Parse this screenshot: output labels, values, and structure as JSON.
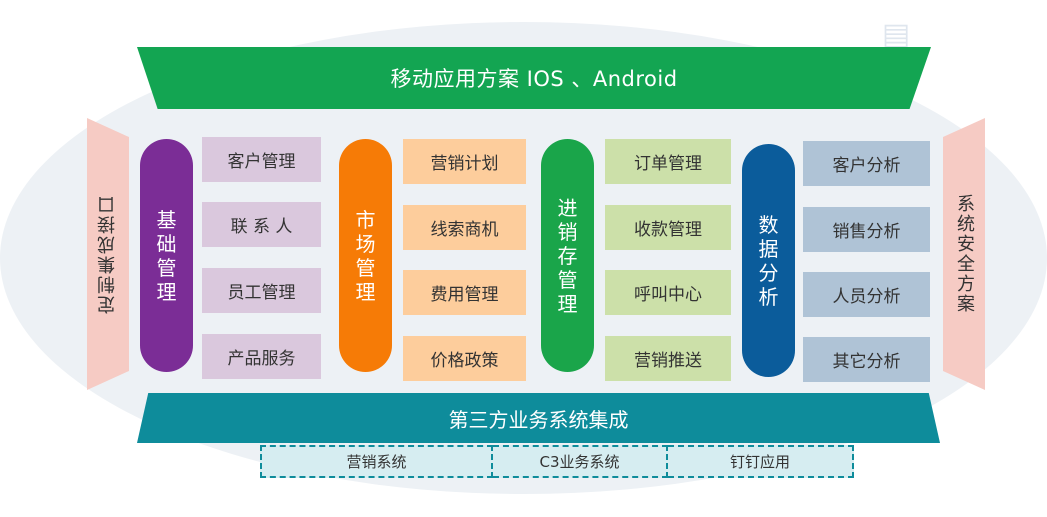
{
  "top_banner": "移动应用方案  IOS 、Android",
  "bottom_banner": "第三方业务系统集成",
  "left_side": "定制集成接口",
  "right_side": "系统安全方案",
  "groups": [
    {
      "title": "基础管理",
      "color": "#7b2d96",
      "cell_color": "#dac8dd",
      "items": [
        "客户管理",
        "联 系 人",
        "员工管理",
        "产品服务"
      ]
    },
    {
      "title": "市场管理",
      "color": "#f67b06",
      "cell_color": "#fdcd9c",
      "items": [
        "营销计划",
        "线索商机",
        "费用管理",
        "价格政策"
      ]
    },
    {
      "title": "进销存管理",
      "color": "#1aa54a",
      "cell_color": "#cce0a9",
      "items": [
        "订单管理",
        "收款管理",
        "呼叫中心",
        "营销推送"
      ]
    },
    {
      "title": "数据分析",
      "color": "#0b5c9b",
      "cell_color": "#afc3d6",
      "items": [
        "客户分析",
        "销售分析",
        "人员分析",
        "其它分析"
      ]
    }
  ],
  "third_party_systems": [
    "营销系统",
    "C3业务系统",
    "钉钉应用"
  ],
  "colors": {
    "top_banner": "#13a552",
    "bottom_banner": "#0e8c9b",
    "side_panel": "#f6cbc4",
    "background_ellipse": "#edf1f5"
  }
}
